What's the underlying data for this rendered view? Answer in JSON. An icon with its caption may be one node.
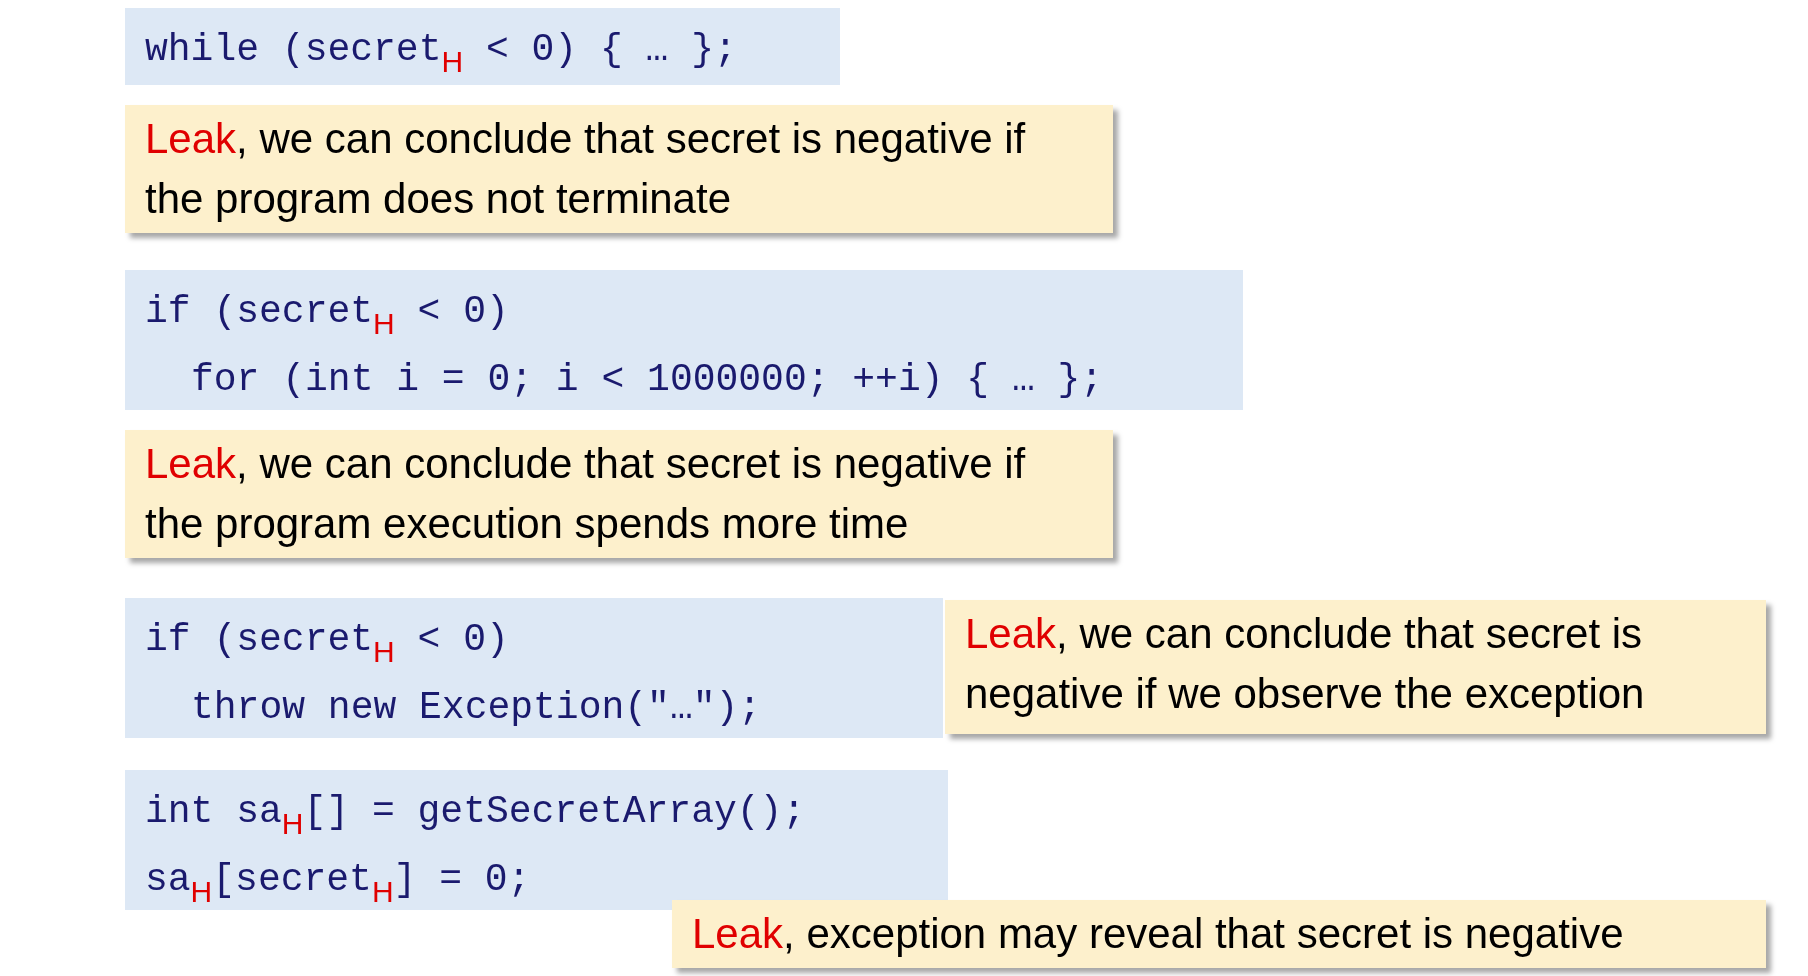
{
  "diagram": {
    "nodes": [
      {
        "text": [
          "while (secret$_{H}$ < 0) { … };"
        ]
      },
      {
        "text": [
          "Leak, we can conclude that secret is negative if the program does not terminate"
        ]
      },
      {
        "text": [
          "if (secret$_{H}$ < 0)",
          "for (int i = 0; i < 1000000; ++i) { … };"
        ]
      },
      {
        "text": [
          "Leak, we can conclude that secret is negative if the program execution spends more time"
        ]
      },
      {
        "text": [
          "if (secret$_{H}$ < 0)",
          "throw new Exception(\"…\");"
        ]
      },
      {
        "text": [
          "Leak, we can conclude that secret is negative if we observe the exception"
        ]
      },
      {
        "text": [
          "int sa$_{H}$[] = getSecretArray();",
          "sa$_{H}$[secret$_{H}$] = 0;"
        ]
      },
      {
        "text": [
          "Leak, exception may reveal that secret is negative"
        ]
      }
    ]
  }
}
